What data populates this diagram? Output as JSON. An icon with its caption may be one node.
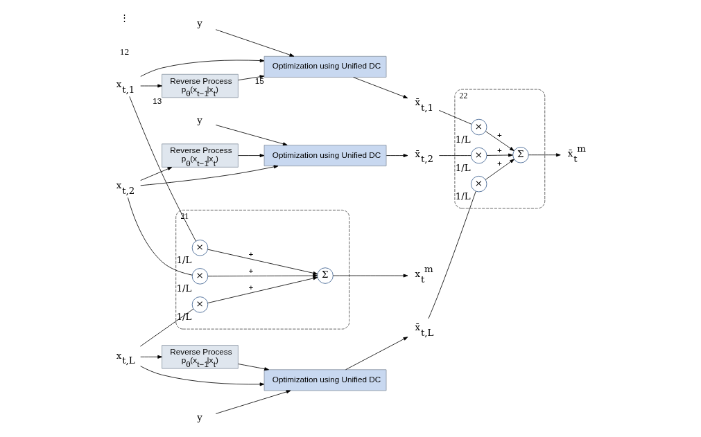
{
  "diagram": {
    "nodes": [
      {
        "text": [
          "y"
        ]
      },
      {
        "text": [
          "x$_{t,1}$"
        ]
      },
      {
        "text": [
          "Reverse Process",
          "p$_{θ}$(x$_{t−1}$|x$_{t}$)"
        ],
        "beside": [
          "13"
        ]
      },
      {
        "text": [
          "Optimization using Unified DC"
        ],
        "beside": [
          "15"
        ]
      },
      {
        "text": [
          "x̄$_{t,1}$"
        ]
      },
      {
        "text": [
          "y"
        ]
      },
      {
        "text": [
          "x$_{t,2}$"
        ]
      },
      {
        "text": [
          "Reverse Process",
          "p$_{θ}$(x$_{t−1}$|x$_{t}$)"
        ]
      },
      {
        "text": [
          "Optimization using Unified DC"
        ]
      },
      {
        "text": [
          "x̄$_{t,2}$"
        ]
      },
      {
        "text": [
          "y"
        ]
      },
      {
        "text": [
          "x$_{t,L}$"
        ]
      },
      {
        "text": [
          "Reverse Process",
          "p$_{θ}$(x$_{t−1}$|x$_{t}$)"
        ]
      },
      {
        "text": [
          "Optimization using Unified DC"
        ]
      },
      {
        "text": [
          "x̄$_{t,L}$"
        ]
      },
      {
        "text": [
          "21"
        ]
      },
      {
        "text": [
          "×"
        ],
        "in": 15,
        "beside": [
          "1/L"
        ]
      },
      {
        "text": [
          "Σ"
        ],
        "in": 15
      },
      {
        "text": [
          "×"
        ],
        "in": 15,
        "beside": [
          "1/L"
        ]
      },
      {
        "text": [
          "×"
        ],
        "in": 15,
        "beside": [
          "1/L"
        ]
      },
      {
        "text": [
          "x$_{t}$$^{m}$"
        ]
      },
      {
        "text": [
          "22"
        ]
      },
      {
        "text": [
          "×"
        ],
        "in": 21,
        "beside": [
          "1/L"
        ]
      },
      {
        "text": [
          "×"
        ],
        "in": 21,
        "beside": [
          "1/L"
        ]
      },
      {
        "text": [
          "Σ"
        ],
        "in": 21
      },
      {
        "text": [
          "×"
        ],
        "in": 21,
        "beside": [
          "1/L"
        ]
      },
      {
        "text": [
          "x̄$_{t}$$^{m}$"
        ]
      }
    ],
    "edges": [
      {
        "from": 0,
        "to": 3,
        "arrow": "to"
      },
      {
        "from": 1,
        "to": 2,
        "arrow": "to"
      },
      {
        "from": 1,
        "to": 3,
        "arrow": "to"
      },
      {
        "from": 2,
        "to": 3,
        "arrow": "to"
      },
      {
        "from": 3,
        "to": 4,
        "arrow": "to"
      },
      {
        "from": 5,
        "to": 8,
        "arrow": "to"
      },
      {
        "from": 6,
        "to": 7,
        "arrow": "to"
      },
      {
        "from": 6,
        "to": 8,
        "arrow": "to"
      },
      {
        "from": 7,
        "to": 8,
        "arrow": "to"
      },
      {
        "from": 8,
        "to": 9,
        "arrow": "to"
      },
      {
        "from": 10,
        "to": 13,
        "arrow": "to"
      },
      {
        "from": 11,
        "to": 12,
        "arrow": "to"
      },
      {
        "from": 11,
        "to": 13,
        "arrow": "to"
      },
      {
        "from": 12,
        "to": 13,
        "arrow": "to"
      },
      {
        "from": 13,
        "to": 14,
        "arrow": "to"
      },
      {
        "from": 1,
        "to": 16,
        "arrow": "none"
      },
      {
        "from": 6,
        "to": 18,
        "arrow": "none"
      },
      {
        "from": 11,
        "to": 19,
        "arrow": "none"
      },
      {
        "from": 16,
        "to": 17,
        "arrow": "to",
        "label": "+"
      },
      {
        "from": 18,
        "to": 17,
        "arrow": "to",
        "label": "+"
      },
      {
        "from": 19,
        "to": 17,
        "arrow": "to",
        "label": "+"
      },
      {
        "from": 17,
        "to": 20,
        "arrow": "to"
      },
      {
        "from": 4,
        "to": 22,
        "arrow": "none"
      },
      {
        "from": 9,
        "to": 23,
        "arrow": "none"
      },
      {
        "from": 14,
        "to": 25,
        "arrow": "none"
      },
      {
        "from": 22,
        "to": 24,
        "arrow": "to",
        "label": "+"
      },
      {
        "from": 23,
        "to": 24,
        "arrow": "to",
        "label": "+"
      },
      {
        "from": 25,
        "to": 24,
        "arrow": "to",
        "label": "+"
      },
      {
        "from": 24,
        "to": 26,
        "arrow": "to"
      }
    ],
    "labels": [
      "12",
      "⋮"
    ]
  }
}
